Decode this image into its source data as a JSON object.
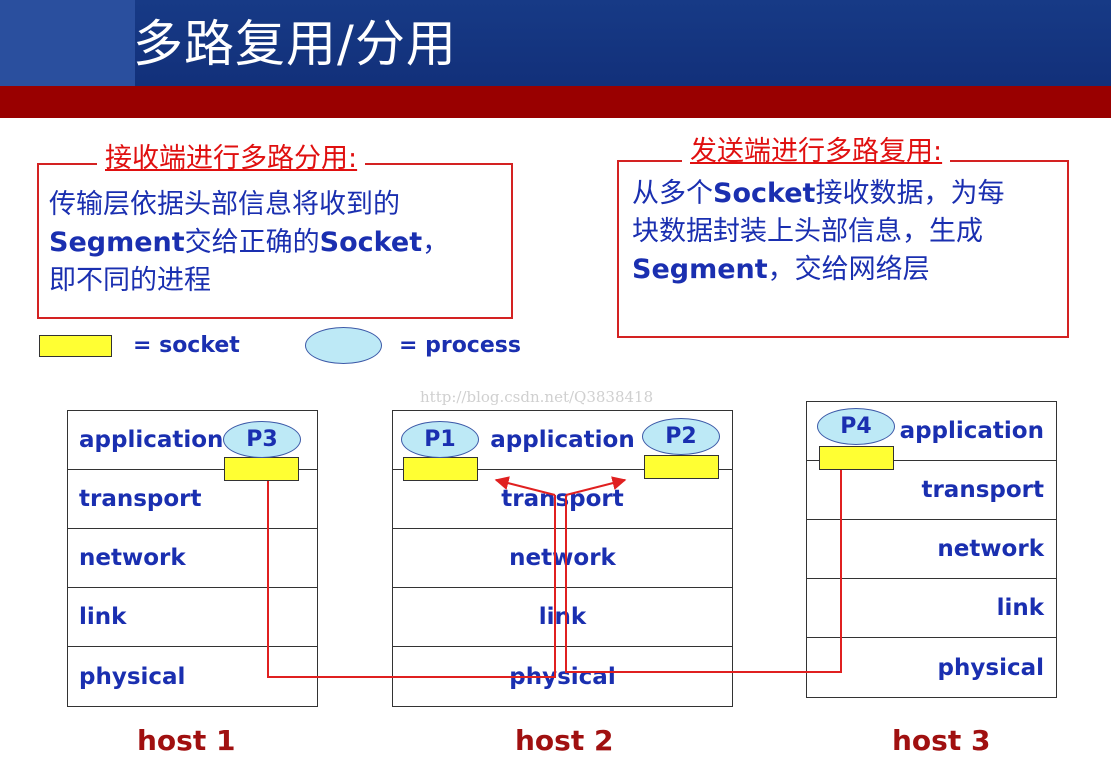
{
  "title": "多路复用/分用",
  "demux_box": {
    "title": "接收端进行多路分用:",
    "line1": "传输层依据头部信息将收到的",
    "line2_bold": "Segment",
    "line2_rest": "交给正确的",
    "line2_bold2": "Socket",
    "line2_end": "，",
    "line3": "即不同的进程"
  },
  "mux_box": {
    "title": "发送端进行多路复用:",
    "line1_start": "从多个",
    "line1_bold": "Socket",
    "line1_rest": "接收数据，为每",
    "line2": "块数据封装上头部信息，生成",
    "line3_bold": "Segment",
    "line3_rest": "，交给网络层"
  },
  "legend": {
    "socket_label": "= socket",
    "process_label": "= process"
  },
  "watermark": "http://blog.csdn.net/Q3838418",
  "hosts": [
    {
      "label": "host 1",
      "layers": [
        "application",
        "transport",
        "network",
        "link",
        "physical"
      ],
      "processes": [
        "P3"
      ]
    },
    {
      "label": "host 2",
      "layers": [
        "application",
        "transport",
        "network",
        "link",
        "physical"
      ],
      "processes": [
        "P1",
        "P2"
      ]
    },
    {
      "label": "host 3",
      "layers": [
        "application",
        "transport",
        "network",
        "link",
        "physical"
      ],
      "processes": [
        "P4"
      ]
    }
  ],
  "colors": {
    "header": "#173a86",
    "band": "#990000",
    "box_border": "#d42222",
    "text_blue": "#1a2fb0",
    "socket": "#ffff33",
    "process": "#bde9f6",
    "line": "#e02020"
  }
}
